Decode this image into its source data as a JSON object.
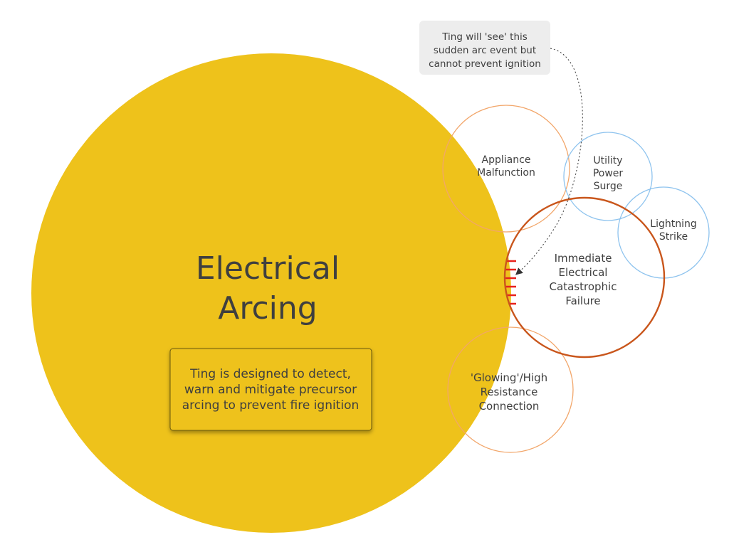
{
  "main_circle": {
    "title_line1": "Electrical",
    "title_line2": "Arcing",
    "color": "#EEC21B"
  },
  "info_box": {
    "line1": "Ting is designed to detect,",
    "line2": "warn and mitigate precursor",
    "line3": "arcing to prevent fire ignition"
  },
  "callout": {
    "line1": "Ting will 'see' this",
    "line2": "sudden arc event but",
    "line3": "cannot prevent ignition"
  },
  "circles": {
    "appliance": {
      "line1": "Appliance",
      "line2": "Malfunction",
      "color": "#F2A66A"
    },
    "utility": {
      "line1": "Utility",
      "line2": "Power",
      "line3": "Surge",
      "color": "#8EC3EE"
    },
    "lightning": {
      "line1": "Lightning",
      "line2": "Strike",
      "color": "#8EC3EE"
    },
    "immediate": {
      "line1": "Immediate",
      "line2": "Electrical",
      "line3": "Catastrophic",
      "line4": "Failure",
      "color": "#C9561C"
    },
    "glowing": {
      "line1": "'Glowing'/High",
      "line2": "Resistance",
      "line3": "Connection",
      "color": "#F2A66A"
    }
  },
  "arc_marker_color": "#E8221C"
}
